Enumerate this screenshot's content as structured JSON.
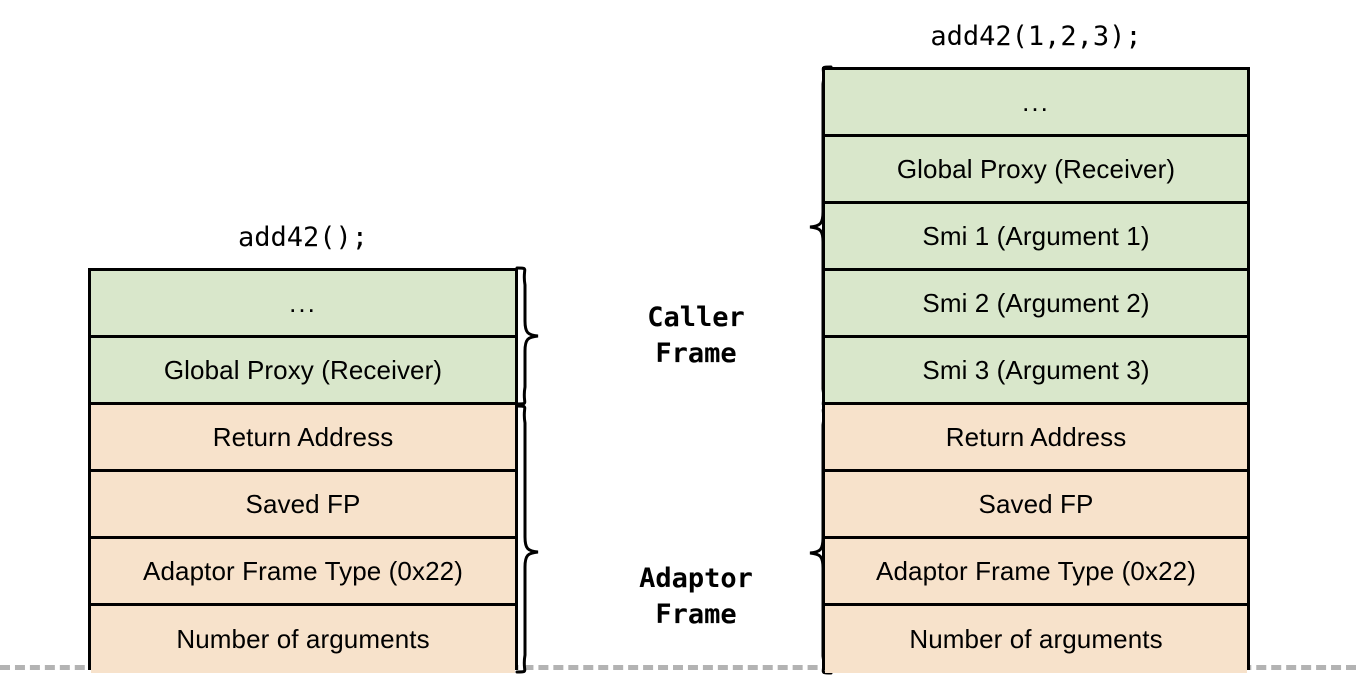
{
  "diagram": {
    "title_semantic": "v8-arguments-adaptor-frame-stack-layout",
    "colors": {
      "caller_frame_fill": "#d9e7cb",
      "adaptor_frame_fill": "#f7e2cb",
      "border": "#000000",
      "baseline_dash": "#b3b3b3",
      "text": "#000000"
    }
  },
  "left_stack": {
    "title": "add42();",
    "rows": [
      {
        "label": "...",
        "kind": "caller"
      },
      {
        "label": "Global Proxy (Receiver)",
        "kind": "caller"
      },
      {
        "label": "Return Address",
        "kind": "adaptor"
      },
      {
        "label": "Saved FP",
        "kind": "adaptor"
      },
      {
        "label": "Adaptor Frame Type (0x22)",
        "kind": "adaptor"
      },
      {
        "label": "Number of arguments",
        "kind": "adaptor"
      }
    ]
  },
  "right_stack": {
    "title": "add42(1,2,3);",
    "rows": [
      {
        "label": "...",
        "kind": "caller"
      },
      {
        "label": "Global Proxy (Receiver)",
        "kind": "caller"
      },
      {
        "label": "Smi 1 (Argument 1)",
        "kind": "caller"
      },
      {
        "label": "Smi 2 (Argument 2)",
        "kind": "caller"
      },
      {
        "label": "Smi 3 (Argument 3)",
        "kind": "caller"
      },
      {
        "label": "Return Address",
        "kind": "adaptor"
      },
      {
        "label": "Saved FP",
        "kind": "adaptor"
      },
      {
        "label": "Adaptor Frame Type (0x22)",
        "kind": "adaptor"
      },
      {
        "label": "Number of arguments",
        "kind": "adaptor"
      }
    ]
  },
  "frame_labels": {
    "caller": "Caller\nFrame",
    "adaptor": "Adaptor\nFrame"
  }
}
